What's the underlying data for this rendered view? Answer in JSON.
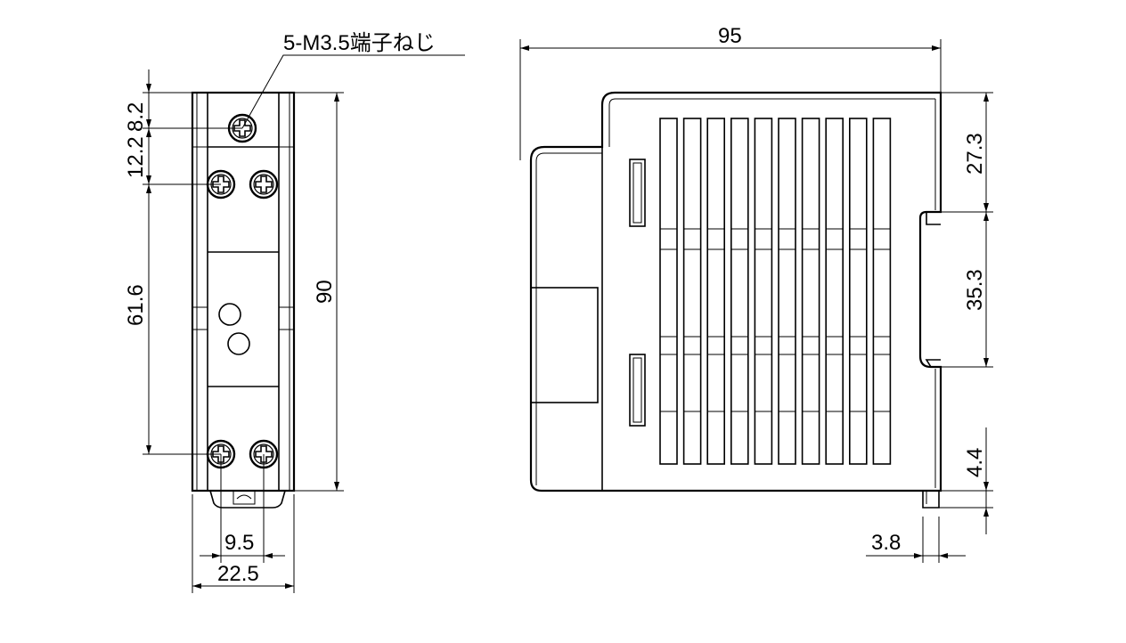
{
  "callout": {
    "text": "5-M3.5端子ねじ"
  },
  "front_view": {
    "dim_top_a": "12.2",
    "dim_top_b": "8.2",
    "dim_vertical_center": "61.6",
    "dim_height": "90",
    "dim_screw_pitch": "9.5",
    "dim_width": "22.5"
  },
  "side_view": {
    "dim_depth": "95",
    "dim_upper": "27.3",
    "dim_rail": "35.3",
    "dim_lower": "4.4",
    "dim_clip": "3.8"
  }
}
